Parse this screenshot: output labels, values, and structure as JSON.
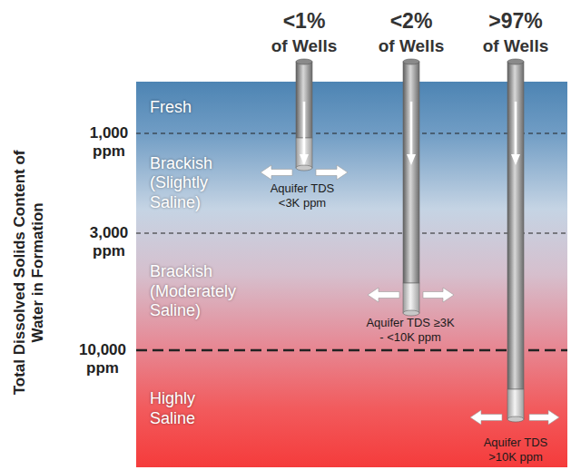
{
  "diagram": {
    "nodes": [
      {
        "text": [
          "Fresh"
        ]
      },
      {
        "text": [
          "Brackish (Slightly Saline)"
        ]
      },
      {
        "text": [
          "Brackish (Moderately Saline)"
        ]
      },
      {
        "text": [
          "Highly Saline"
        ]
      }
    ],
    "labels": [
      "Total Dissolved Solids Content of Water in Formation",
      "1,000 ppm",
      "3,000 ppm",
      "10,000 ppm",
      "<1%",
      "of Wells",
      "<2%",
      "of Wells",
      ">97%",
      "of Wells",
      "Aquifer TDS <3K ppm",
      "Aquifer TDS ≥3K - <10K ppm",
      "Aquifer TDS >10K ppm"
    ]
  }
}
